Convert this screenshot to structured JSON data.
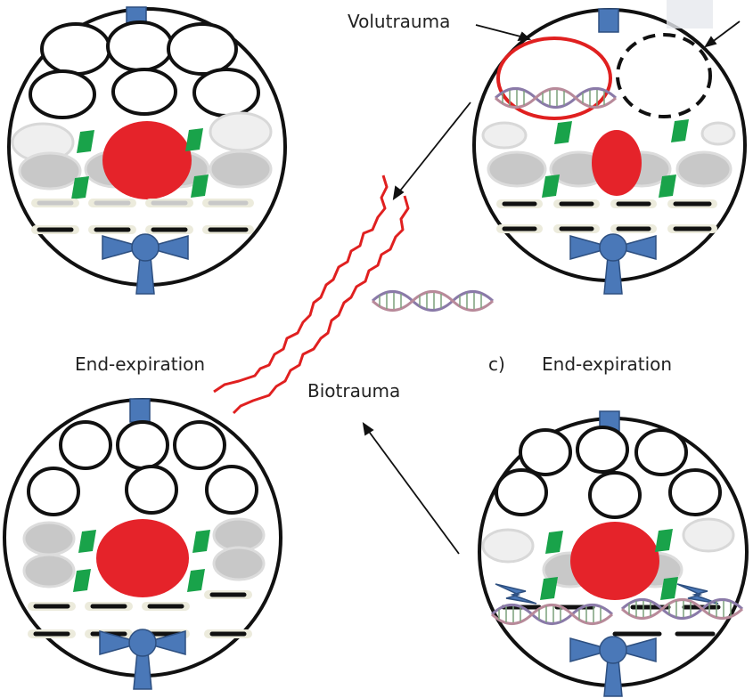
{
  "labels": {
    "volutrauma": "Volutrauma",
    "biotrauma": "Biotrauma",
    "end_expiration_left": "End-expiration",
    "end_expiration_right": "End-expiration",
    "panel_c": "c)"
  },
  "colors": {
    "alveolus_outline": "#111111",
    "macrophage_red": "#e5232a",
    "stretch_outline_red": "#e02020",
    "tight_junction_green": "#19a34a",
    "grey_cell": "#c8c8c8",
    "light_cell": "#efefef",
    "vessel_blue": "#4a78b8",
    "basement_line": "#111111"
  },
  "icons": [
    "dna-helix-icon",
    "ventilator-sensor-icon",
    "square-marker-icon"
  ]
}
